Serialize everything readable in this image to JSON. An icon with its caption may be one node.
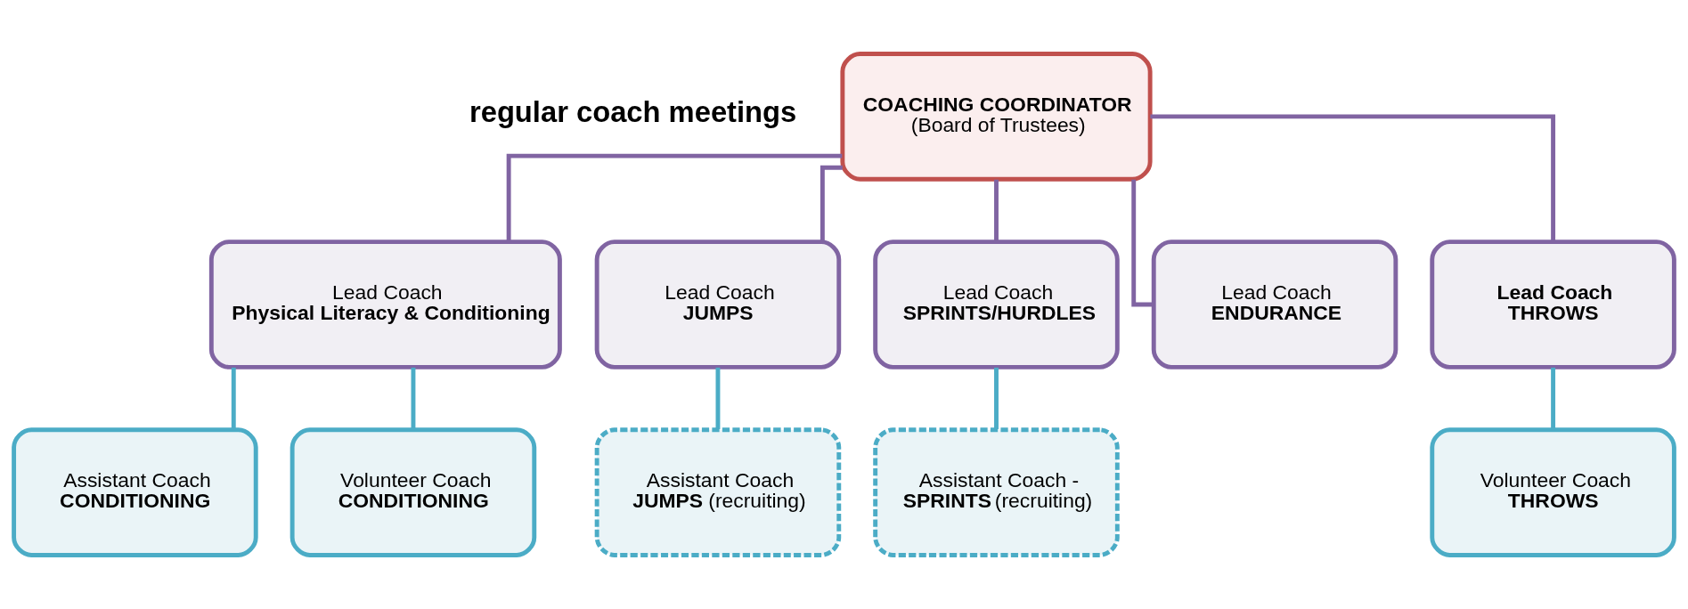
{
  "diagram": {
    "nodes": [
      {
        "text": [
          "COACHING COORDINATOR",
          "(Board of Trustees)"
        ]
      },
      {
        "text": [
          "Lead Coach",
          "Physical Literacy & Conditioning"
        ]
      },
      {
        "text": [
          "Lead Coach",
          "JUMPS"
        ]
      },
      {
        "text": [
          "Lead Coach",
          "SPRINTS/HURDLES"
        ]
      },
      {
        "text": [
          "Lead Coach",
          "ENDURANCE"
        ]
      },
      {
        "text": [
          "Lead Coach",
          "THROWS"
        ]
      },
      {
        "text": [
          "Assistant Coach",
          "CONDITIONING"
        ]
      },
      {
        "text": [
          "Volunteer Coach",
          "CONDITIONING"
        ]
      },
      {
        "text": [
          "Assistant Coach",
          "**JUMPS** (recruiting)"
        ]
      },
      {
        "text": [
          "Assistant Coach -",
          "**SPRINTS** (recruiting)"
        ]
      },
      {
        "text": [
          "Volunteer Coach",
          "THROWS"
        ]
      }
    ],
    "edges": [
      {
        "from": 0,
        "to": 1,
        "arrow": "none"
      },
      {
        "from": 0,
        "to": 2,
        "arrow": "none"
      },
      {
        "from": 0,
        "to": 3,
        "arrow": "none"
      },
      {
        "from": 0,
        "to": 4,
        "arrow": "none"
      },
      {
        "from": 0,
        "to": 5,
        "arrow": "none"
      },
      {
        "from": 1,
        "to": 6,
        "arrow": "none",
        "color": "#4bacc6"
      },
      {
        "from": 1,
        "to": 7,
        "arrow": "none",
        "color": "#4bacc6"
      },
      {
        "from": 2,
        "to": 8,
        "arrow": "none",
        "color": "#4bacc6"
      },
      {
        "from": 3,
        "to": 9,
        "arrow": "none",
        "color": "#4bacc6"
      },
      {
        "from": 5,
        "to": 10,
        "arrow": "none",
        "color": "#4bacc6"
      }
    ],
    "labels": [
      "regular coach meetings"
    ]
  }
}
